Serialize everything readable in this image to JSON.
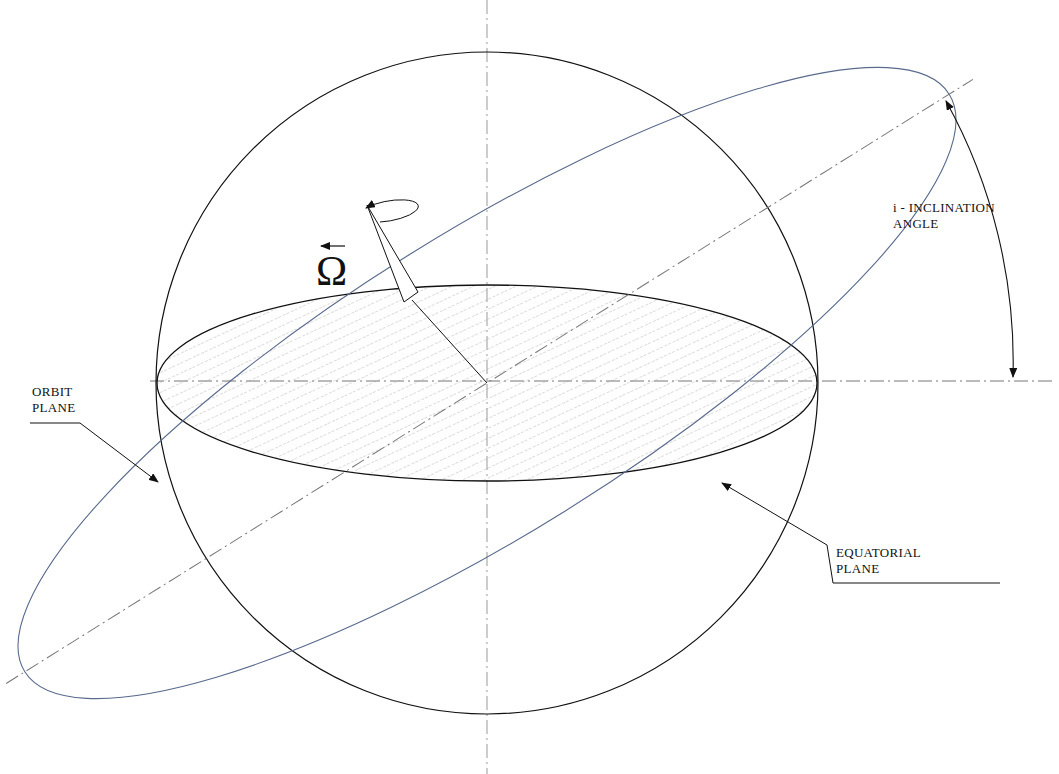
{
  "diagram": {
    "labels": [
      "Ω",
      "i - INCLINATION ANGLE",
      "ORBIT PLANE",
      "EQUATORIAL PLANE"
    ]
  }
}
